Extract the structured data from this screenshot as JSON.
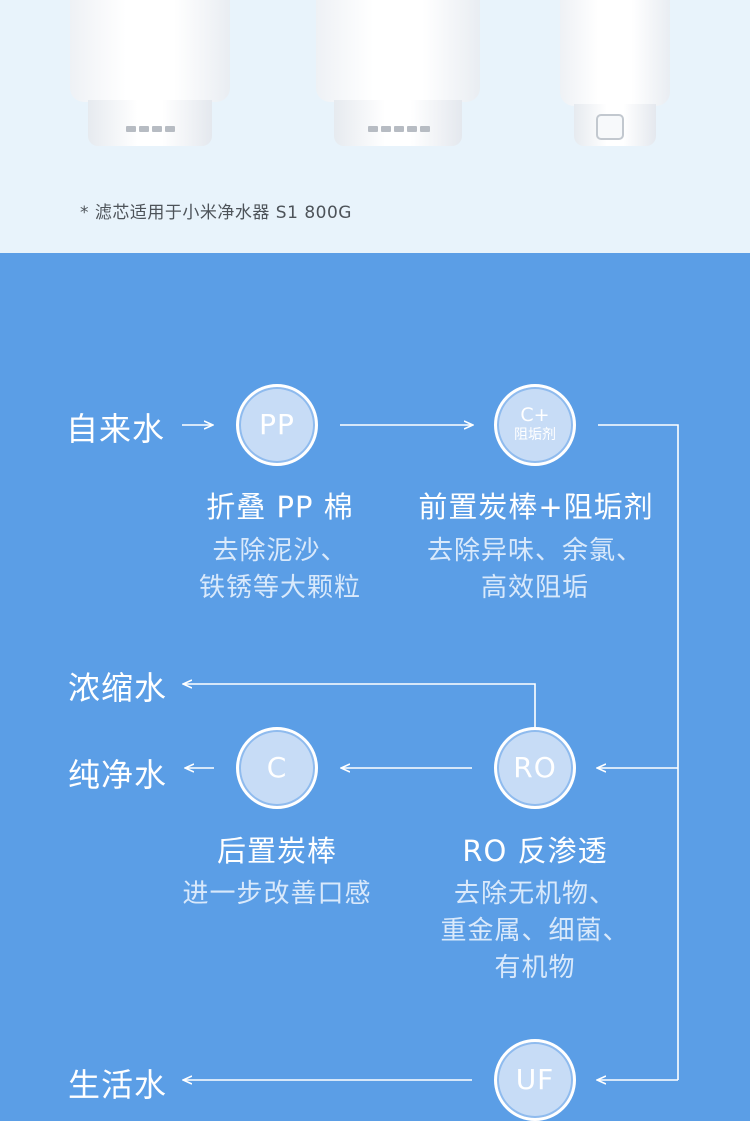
{
  "top_note": "* 滤芯适用于小米净水器 S1 800G",
  "flow": {
    "source_label": "自来水",
    "concentrate_label": "浓缩水",
    "pure_label": "纯净水",
    "domestic_label": "生活水",
    "stages": {
      "pp": {
        "circle": "PP",
        "title": "折叠 PP 棉",
        "desc": [
          "去除泥沙、",
          "铁锈等大颗粒"
        ]
      },
      "cplus": {
        "circle_top": "C+",
        "circle_sub": "阻垢剂",
        "title": "前置炭棒+阻垢剂",
        "desc": [
          "去除异味、余氯、",
          "高效阻垢"
        ]
      },
      "ro": {
        "circle": "RO",
        "title": "RO 反渗透",
        "desc": [
          "去除无机物、",
          "重金属、细菌、",
          "有机物"
        ]
      },
      "c": {
        "circle": "C",
        "title": "后置炭棒",
        "desc": [
          "进一步改善口感"
        ]
      },
      "uf": {
        "circle": "UF"
      }
    }
  },
  "colors": {
    "background": "#5b9ee6",
    "top_panel": "#e8f3fb",
    "circle_fill": "#c7dcf6",
    "text": "#ffffff",
    "subtext": "#d9e9fb"
  }
}
